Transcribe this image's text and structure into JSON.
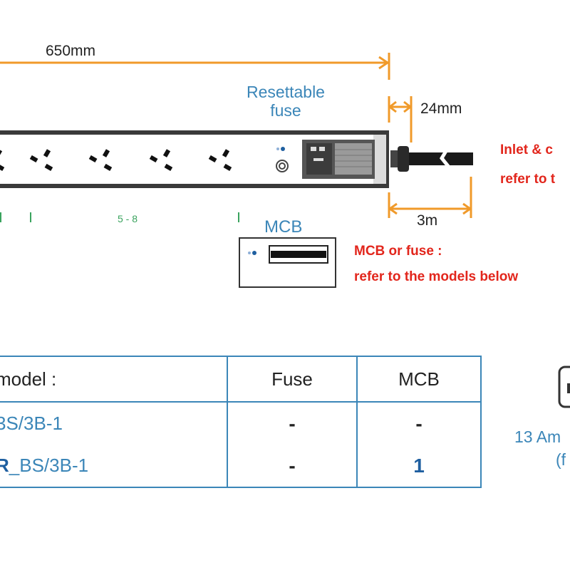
{
  "dimensions": {
    "length_label": "650mm",
    "inlet_offset_label": "24mm",
    "cord_label": "3m"
  },
  "labels": {
    "fuse_title_line1": "Resettable",
    "fuse_title_line2": "fuse",
    "mcb_title": "MCB",
    "outlet_group": "5 - 8",
    "inlet_note_line1": "Inlet & c",
    "inlet_note_line2": "refer to t",
    "mcb_note_line1": "MCB or fuse :",
    "mcb_note_line2": "refer to the models below",
    "plug_line1": "13 Am",
    "plug_line2": "(f"
  },
  "table": {
    "header": {
      "model": "model :",
      "fuse": "Fuse",
      "mcb": "MCB"
    },
    "rows": [
      {
        "model_prefix": "",
        "model_suffix": "3S/3B-1",
        "fuse": "-",
        "mcb": "-"
      },
      {
        "model_prefix": "R",
        "model_suffix": "_BS/3B-1",
        "fuse": "-",
        "mcb": "1"
      }
    ]
  },
  "colors": {
    "dimension_line": "#f09a2a",
    "label_blue": "#3b86b8",
    "note_red": "#e2261c",
    "table_border": "#3b86b8"
  }
}
